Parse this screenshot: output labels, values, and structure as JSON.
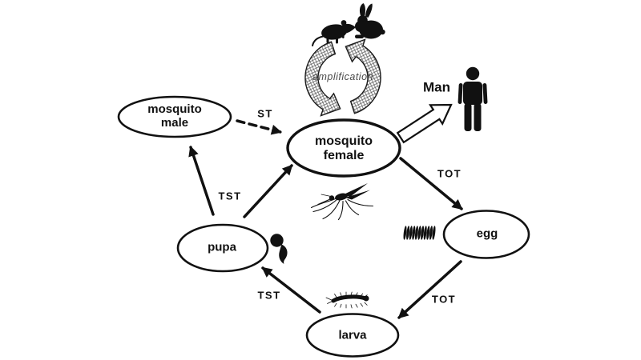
{
  "diagram": {
    "background": "#ffffff",
    "ink_color": "#111111",
    "nodes": {
      "mosquito_male": {
        "line1": "mosquito",
        "line2": "male"
      },
      "mosquito_female": {
        "line1": "mosquito",
        "line2": "female"
      },
      "egg": {
        "label": "egg"
      },
      "pupa": {
        "label": "pupa"
      },
      "larva": {
        "label": "larva"
      }
    },
    "edge_labels": {
      "male_to_female": "ST",
      "female_to_egg": "TOT",
      "egg_to_larva": "TOT",
      "larva_to_pupa": "TST",
      "pupa_to_adults": "TST"
    },
    "annotations": {
      "amplification": "amplification",
      "man": "Man"
    },
    "icons": {
      "amplification_hosts": [
        "rat-icon",
        "rabbit-icon"
      ],
      "cycle": "cycle-arrows-icon",
      "human": "man-icon",
      "stages": [
        "mosquito-icon",
        "egg-raft-icon",
        "larva-icon",
        "pupa-icon"
      ],
      "transmission_to_man": "block-arrow-icon"
    }
  }
}
